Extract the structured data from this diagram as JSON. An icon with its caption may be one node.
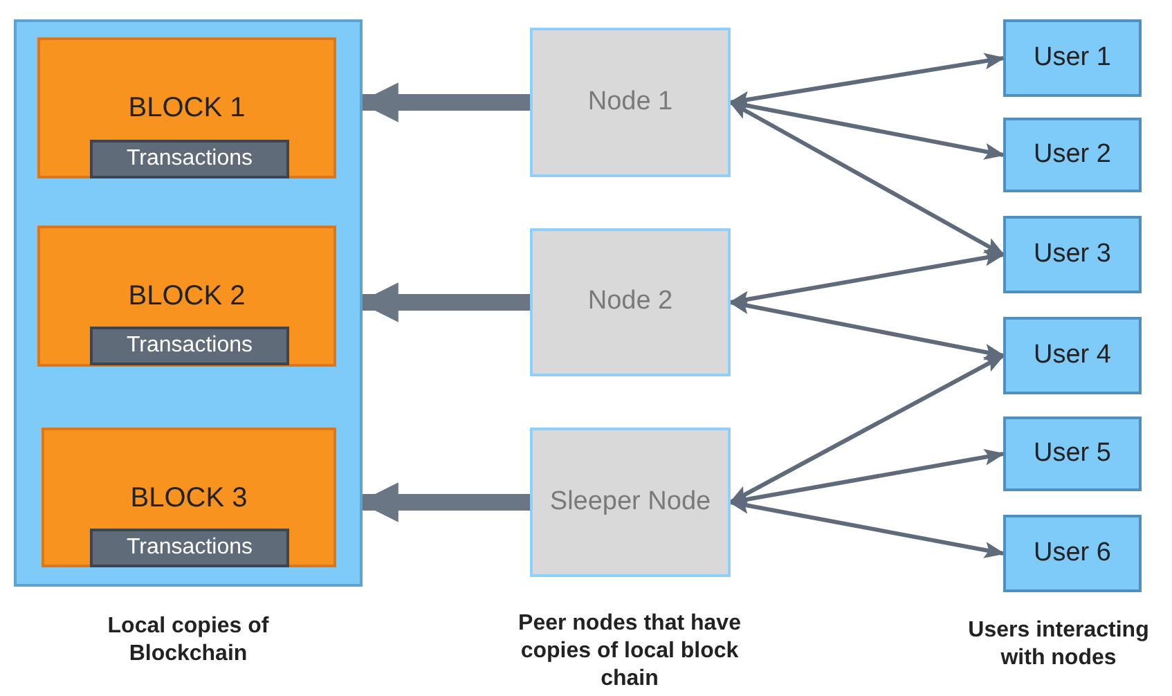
{
  "diagram": {
    "nodes": [
      {
        "text": [],
        "shape": "box"
      },
      {
        "text": [
          "BLOCK 1"
        ],
        "in": 0
      },
      {
        "text": [
          "Transactions"
        ],
        "in": 1
      },
      {
        "text": [
          "BLOCK 2"
        ],
        "in": 0
      },
      {
        "text": [
          "Transactions"
        ],
        "in": 3
      },
      {
        "text": [
          "BLOCK 3"
        ],
        "in": 0
      },
      {
        "text": [
          "Transactions"
        ],
        "in": 5
      },
      {
        "text": [
          "Node 1"
        ]
      },
      {
        "text": [
          "Node 2"
        ]
      },
      {
        "text": [
          "Sleeper Node"
        ]
      },
      {
        "text": [
          "User 1"
        ]
      },
      {
        "text": [
          "User 2"
        ]
      },
      {
        "text": [
          "User 3"
        ]
      },
      {
        "text": [
          "User 4"
        ]
      },
      {
        "text": [
          "User 5"
        ]
      },
      {
        "text": [
          "User 6"
        ]
      }
    ],
    "edges": [
      {
        "from": 7,
        "to": 0,
        "arrow": "to",
        "style": "thick"
      },
      {
        "from": 8,
        "to": 0,
        "arrow": "to",
        "style": "thick"
      },
      {
        "from": 9,
        "to": 0,
        "arrow": "to",
        "style": "thick"
      },
      {
        "from": 7,
        "to": 10,
        "arrow": "both"
      },
      {
        "from": 7,
        "to": 11,
        "arrow": "both"
      },
      {
        "from": 7,
        "to": 12,
        "arrow": "both"
      },
      {
        "from": 8,
        "to": 12,
        "arrow": "both"
      },
      {
        "from": 8,
        "to": 13,
        "arrow": "both"
      },
      {
        "from": 9,
        "to": 13,
        "arrow": "both"
      },
      {
        "from": 9,
        "to": 14,
        "arrow": "both"
      },
      {
        "from": 9,
        "to": 15,
        "arrow": "both"
      }
    ],
    "labels": [
      "Local copies of Blockchain",
      "Peer nodes that have copies of local block chain",
      "Users interacting with nodes"
    ]
  }
}
